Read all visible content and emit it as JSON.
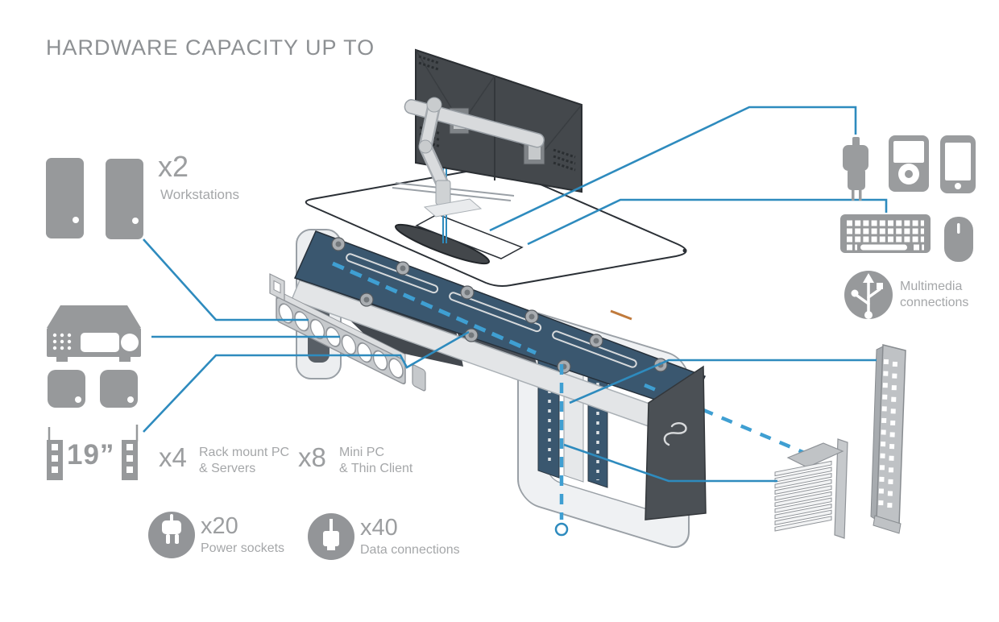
{
  "title": "HARDWARE CAPACITY UP TO",
  "callouts": {
    "workstations": {
      "count": "x2",
      "label": "Workstations"
    },
    "rack_mount": {
      "count": "x4",
      "line1": "Rack mount PC",
      "line2": "& Servers"
    },
    "mini_pc": {
      "count": "x8",
      "line1": "Mini PC",
      "line2": "& Thin Client"
    },
    "power_sockets": {
      "count": "x20",
      "label": "Power sockets"
    },
    "data_connections": {
      "count": "x40",
      "label": "Data connections"
    },
    "multimedia": {
      "line1": "Multimedia",
      "line2": "connections"
    },
    "rack_width": {
      "label": "19”"
    }
  },
  "colors": {
    "accent_blue": "#2E8BBE",
    "accent_blue_light": "#3F9FD2",
    "icon_gray": "#97999B",
    "text_gray": "#9C9EA0",
    "tray_steel_blue": "#3A576F",
    "panel_dark": "#44484C"
  }
}
